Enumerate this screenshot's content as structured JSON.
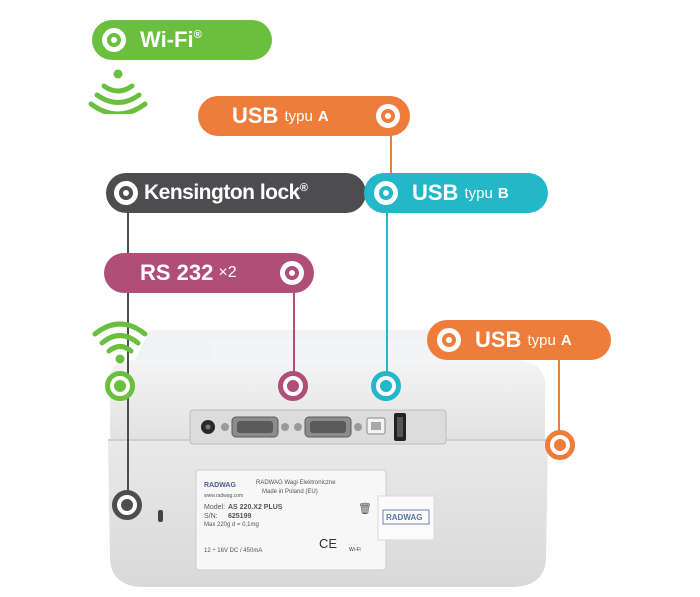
{
  "colors": {
    "wifi": "#6bbf3f",
    "usb_a": "#ee7d3b",
    "usb_b": "#23b7c9",
    "kensington": "#4d4d4f",
    "rs232": "#b04e78"
  },
  "labels": {
    "wifi": {
      "main": "Wi-Fi",
      "sup": "®"
    },
    "usb_a_top": {
      "main": "USB",
      "word": "typu",
      "letter": "A"
    },
    "kensington": {
      "main": "Kensington lock",
      "sup": "®"
    },
    "usb_b": {
      "main": "USB",
      "word": "typu",
      "letter": "B"
    },
    "rs232": {
      "main": "RS 232",
      "mult": "×2"
    },
    "usb_a_right": {
      "main": "USB",
      "word": "typu",
      "letter": "A"
    }
  },
  "device_label": {
    "brand": "RADWAG",
    "company": "RADWAG Wagi Elektroniczne",
    "made_in": "Made in Poland (EU)",
    "website": "www.radwag.com",
    "model_key": "Model:",
    "model_value": "AS 220.X2 PLUS",
    "sn_key": "S/N:",
    "sn_value": "625199",
    "max": "Max 220g",
    "d": "d = 0,1mg",
    "power": "12 ÷ 16V DC / 450mA",
    "ce": "CE",
    "wifi_mark": "Wi-Fi"
  }
}
